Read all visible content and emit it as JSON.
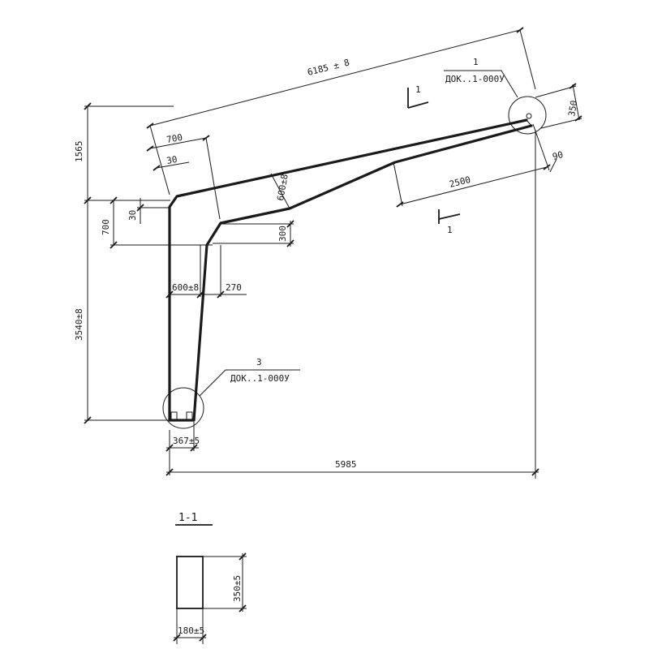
{
  "drawing": {
    "dimensions": {
      "top_length": "6185 ± 8",
      "left_top": "1565",
      "width_700": "700",
      "offset_30_top": "30",
      "offset_30_side": "30",
      "height_700": "700",
      "thickness_diag": "600±8",
      "height_300": "300",
      "bottom_600": "600±8",
      "offset_270": "270",
      "left_height": "3540±8",
      "bottom_367": "367±5",
      "total_width": "5985",
      "length_2500": "2500",
      "end_350": "350",
      "end_90": "90"
    },
    "callouts": {
      "node_1_number": "1",
      "node_1_doc": "ДОК..1-000У",
      "node_3_number": "3",
      "node_3_doc": "ДОК..1-000У"
    },
    "section_marks": {
      "top_mark": "1",
      "bottom_mark": "1"
    },
    "section": {
      "title": "1-1",
      "height": "350±5",
      "width": "180±5"
    }
  }
}
